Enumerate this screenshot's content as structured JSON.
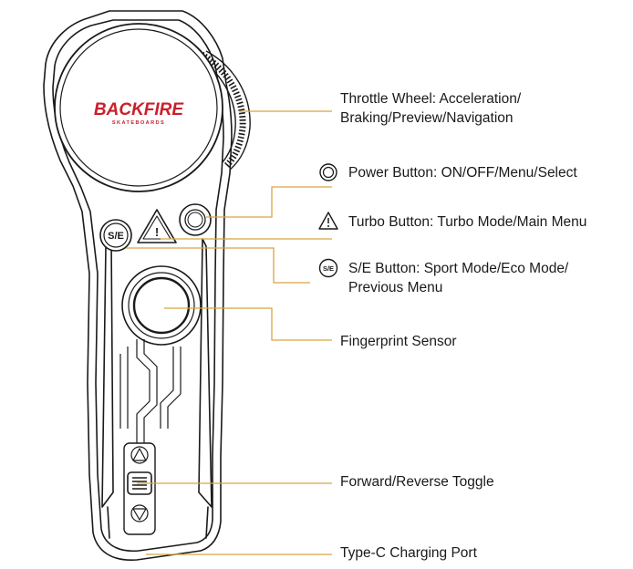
{
  "brand": {
    "logo_text": "BACKFIRE",
    "sub_text": "SKATEBOARDS",
    "logo_color": "#c8202a"
  },
  "colors": {
    "leader": "#d9a441",
    "outline": "#1a1a1a"
  },
  "device_buttons": {
    "se_text": "S/E",
    "turbo_symbol": "!"
  },
  "callouts": {
    "throttle": {
      "line1": "Throttle Wheel: Acceleration/",
      "line2": "Braking/Preview/Navigation"
    },
    "power": {
      "icon": "power-ring-icon",
      "text": "Power Button: ON/OFF/Menu/Select"
    },
    "turbo": {
      "icon": "warning-triangle-icon",
      "text": "Turbo Button: Turbo Mode/Main Menu"
    },
    "se": {
      "icon": "se-circle-icon",
      "icon_text": "S/E",
      "line1": "S/E Button: Sport Mode/Eco Mode/",
      "line2": "Previous Menu"
    },
    "fingerprint": {
      "text": "Fingerprint Sensor"
    },
    "toggle": {
      "text": "Forward/Reverse Toggle"
    },
    "charging": {
      "text": "Type-C Charging Port"
    }
  }
}
